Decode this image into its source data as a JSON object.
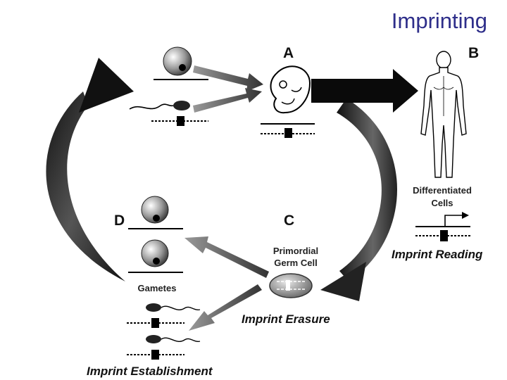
{
  "title": "Imprinting",
  "panels": {
    "a": "A",
    "b": "B",
    "c": "C",
    "d": "D"
  },
  "labels": {
    "differentiated_cells_line1": "Differentiated",
    "differentiated_cells_line2": "Cells",
    "primordial_line1": "Primordial",
    "primordial_line2": "Germ Cell",
    "gametes": "Gametes"
  },
  "stages": {
    "reading": "Imprint Reading",
    "erasure": "Imprint Erasure",
    "establishment": "Imprint Establishment"
  }
}
